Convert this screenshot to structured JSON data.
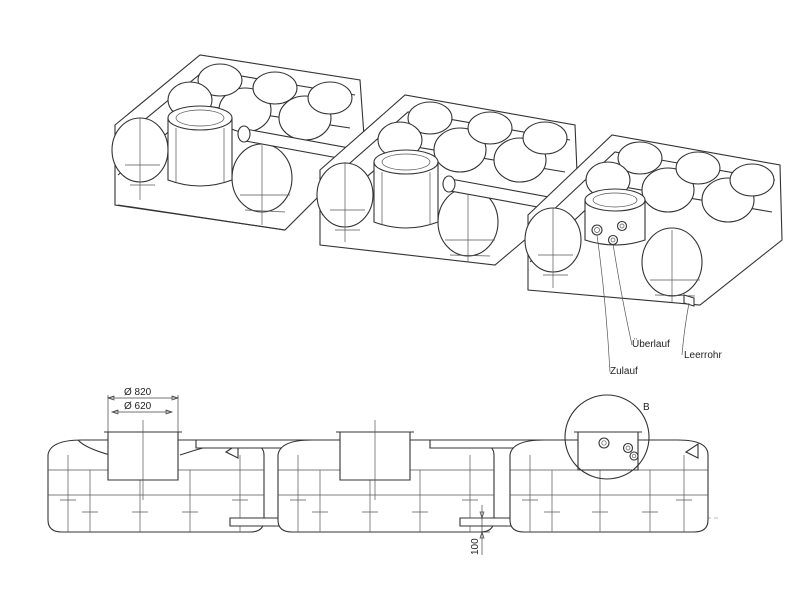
{
  "labels": {
    "zulauf": "Zulauf",
    "ueberlauf": "Überlauf",
    "leerrohr": "Leerrohr",
    "detail": "B"
  },
  "dimensions": {
    "outer_diameter": "Ø 820",
    "inner_diameter": "Ø 620",
    "height": "100"
  },
  "colors": {
    "line": "#333333",
    "background": "#ffffff"
  }
}
